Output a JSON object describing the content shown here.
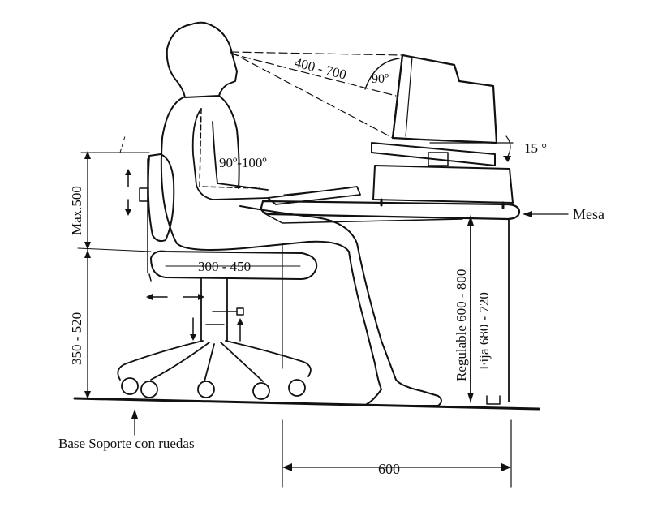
{
  "labels": {
    "viewing_distance": "400 - 700",
    "screen_angle": "90º",
    "tilt_angle": "15 °",
    "elbow_angle": "90º-100º",
    "backrest_height": "Max.500",
    "seat_depth": "300 - 450",
    "seat_height": "350 - 520",
    "desk_adjustable": "Regulable 600 - 800",
    "desk_fixed": "Fija 680 - 720",
    "desk_label": "Mesa",
    "base_label": "Base Soporte con ruedas",
    "legroom_depth": "600"
  }
}
